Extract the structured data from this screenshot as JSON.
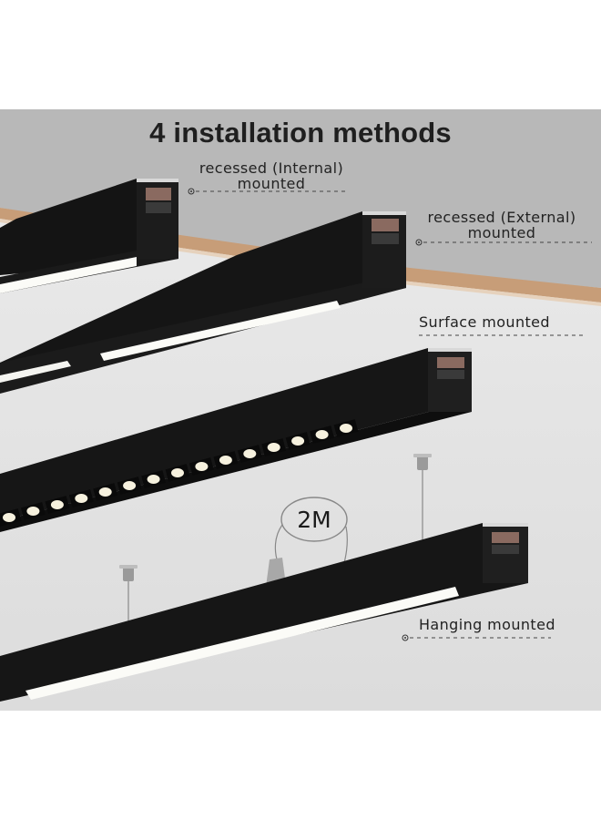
{
  "title": "4 installation methods",
  "methods": {
    "recessed_internal": {
      "line1": "recessed (Internal)",
      "line2": "mounted"
    },
    "recessed_external": {
      "line1": "recessed (External)",
      "line2": "mounted"
    },
    "surface": {
      "label": "Surface mounted"
    },
    "hanging": {
      "label": "Hanging mounted"
    }
  },
  "cable_length": "2M",
  "colors": {
    "ceiling_gray": "#b9b9b9",
    "wall_gray": "#e9e9e9",
    "wood_strip": "#c9a07d",
    "fixture_black": "#141414",
    "led_white": "#fdfdfa"
  }
}
